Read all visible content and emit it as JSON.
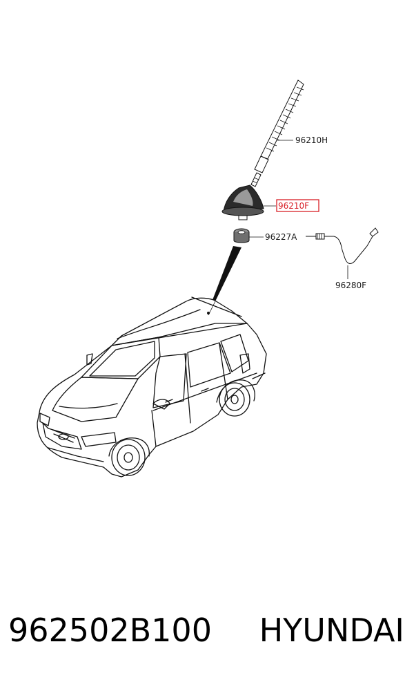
{
  "callouts": {
    "antenna_mast": "96210H",
    "antenna_base": "96210F",
    "nut": "96227A",
    "cable": "96280F"
  },
  "highlight_color": "#d81f26",
  "footer": {
    "part_number": "962502B100",
    "brand": "HYUNDAI"
  }
}
